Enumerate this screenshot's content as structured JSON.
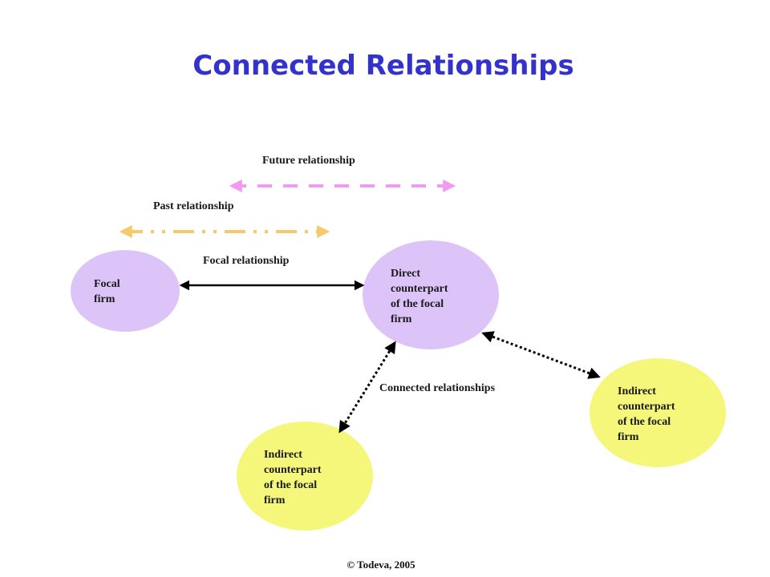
{
  "title": "Connected Relationships",
  "labels": {
    "future": "Future relationship",
    "past": "Past relationship",
    "focal": "Focal relationship",
    "connected": "Connected relationships"
  },
  "nodes": {
    "focal_firm": {
      "lines": [
        "Focal",
        "firm"
      ],
      "color": "#ddc4f8"
    },
    "direct": {
      "lines": [
        "Direct",
        "counterpart",
        "of the focal",
        "firm"
      ],
      "color": "#ddc4f8"
    },
    "indirect_bottom": {
      "lines": [
        "Indirect",
        "counterpart",
        "of the focal",
        "firm"
      ],
      "color": "#f4f77a"
    },
    "indirect_right": {
      "lines": [
        "Indirect",
        "counterpart",
        "of the focal",
        "firm"
      ],
      "color": "#f4f77a"
    }
  },
  "colors": {
    "title": "#3333cc",
    "future_arrow": "#f29af0",
    "past_arrow": "#f7c96a",
    "solid_arrow": "#000000"
  },
  "footer": "© Todeva, 2005"
}
